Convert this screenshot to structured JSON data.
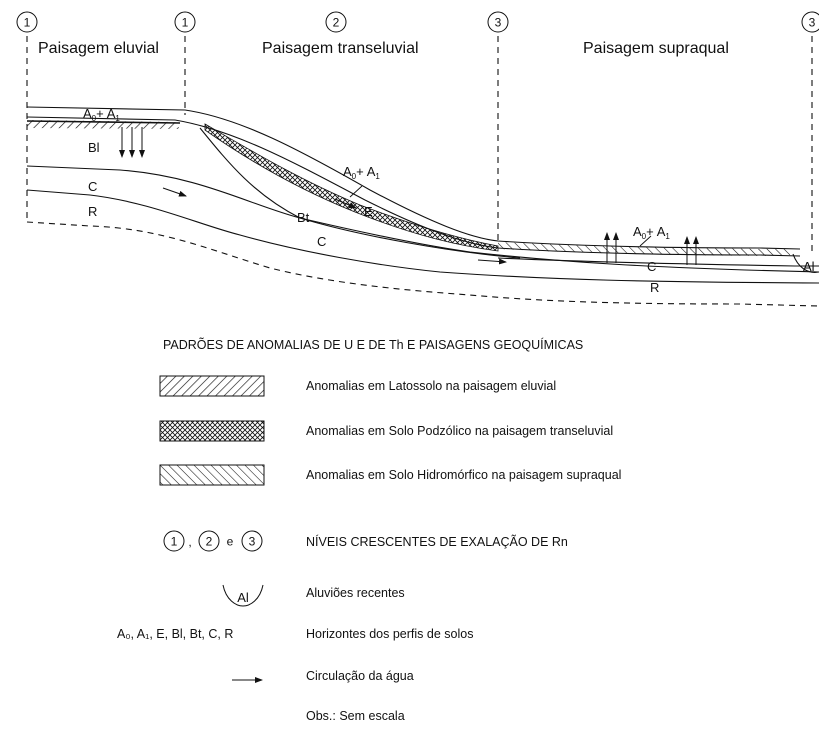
{
  "levels": [
    "1",
    "1",
    "2",
    "3",
    "3"
  ],
  "landscapes": {
    "eluvial": "Paisagem eluvial",
    "transeluvial": "Paisagem transeluvial",
    "supraqual": "Paisagem supraqual"
  },
  "horizons": {
    "a0": "A",
    "a0_sub": "0",
    "plus": "+",
    "a1": "A",
    "a1_sub": "1",
    "bl": "Bl",
    "c": "C",
    "r": "R",
    "bt": "Bt",
    "e": "E",
    "al": "Al"
  },
  "legend": {
    "title": "PADRÕES DE ANOMALIAS DE U E DE Th E PAISAGENS GEOQUÍMICAS",
    "latossolo": "Anomalias em Latossolo na paisagem eluvial",
    "podzolico": "Anomalias em Solo Podzólico na paisagem transeluvial",
    "hidromorfico": "Anomalias em Solo Hidromórfico na paisagem supraqual",
    "levels_sym": [
      "1",
      "2",
      "3"
    ],
    "levels_sep1": ",",
    "levels_sep2": "e",
    "levels_text": "NÍVEIS CRESCENTES DE EXALAÇÃO DE Rn",
    "alluvium_sym": "Al",
    "alluvium_text": "Aluviões recentes",
    "horizons_sym": "A₀, A₁, E, Bl, Bt, C, R",
    "horizons_text": "Horizontes dos perfis de solos",
    "water_text": "Circulação da água",
    "obs": "Obs.: Sem escala"
  }
}
